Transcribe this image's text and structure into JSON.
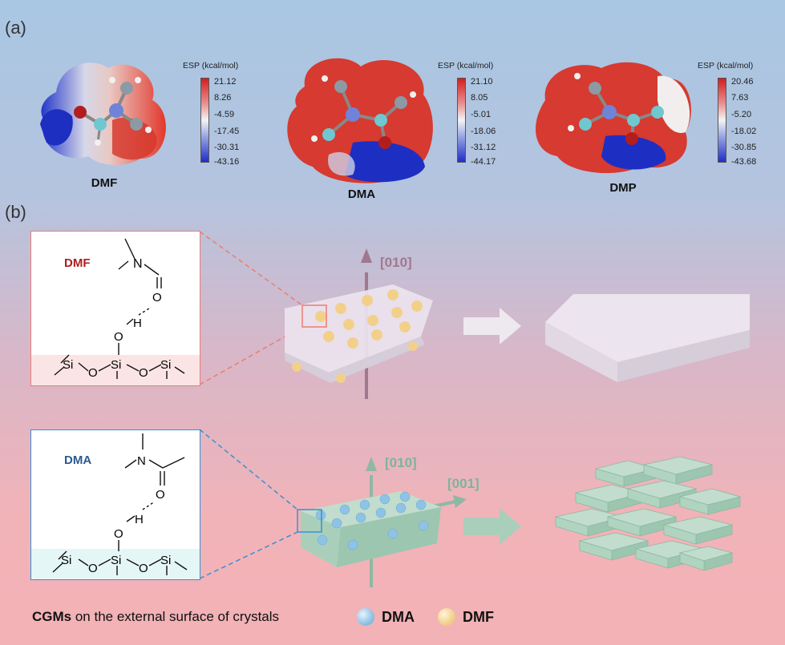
{
  "panel_a": {
    "label": "(a)",
    "molecules": [
      {
        "name": "DMF",
        "esp_title": "ESP (kcal/mol)",
        "ticks": [
          "21.12",
          "8.26",
          "-4.59",
          "-17.45",
          "-30.31",
          "-43.16"
        ]
      },
      {
        "name": "DMA",
        "esp_title": "ESP (kcal/mol)",
        "ticks": [
          "21.10",
          "8.05",
          "-5.01",
          "-18.06",
          "-31.12",
          "-44.17"
        ]
      },
      {
        "name": "DMP",
        "esp_title": "ESP (kcal/mol)",
        "ticks": [
          "20.46",
          "7.63",
          "-5.20",
          "-18.02",
          "-30.85",
          "-43.68"
        ]
      }
    ]
  },
  "panel_b": {
    "label": "(b)",
    "top": {
      "solvent": "DMF",
      "solvent_color": "#b01c1c",
      "box_color": "#ee7b72",
      "axis": "[010]",
      "atoms": {
        "N": "N",
        "O_carbonyl": "O",
        "H": "H",
        "O_silanol": "O",
        "Si1": "Si",
        "Si2": "Si",
        "Si3": "Si",
        "O1": "O",
        "O2": "O"
      }
    },
    "bottom": {
      "solvent": "DMA",
      "solvent_color": "#2a5a8f",
      "box_color": "#3a8fd1",
      "axis_vertical": "[010]",
      "axis_horizontal": "[001]",
      "atoms": {
        "N": "N",
        "O_carbonyl": "O",
        "H": "H",
        "O_silanol": "O",
        "Si1": "Si",
        "Si2": "Si",
        "Si3": "Si",
        "O1": "O",
        "O2": "O"
      }
    },
    "legend": {
      "bold": "CGMs",
      "text": " on the external surface of crystals",
      "dma": "DMA",
      "dmf": "DMF",
      "dma_color": "#8ec3e6",
      "dmf_color": "#f2d08a"
    }
  }
}
